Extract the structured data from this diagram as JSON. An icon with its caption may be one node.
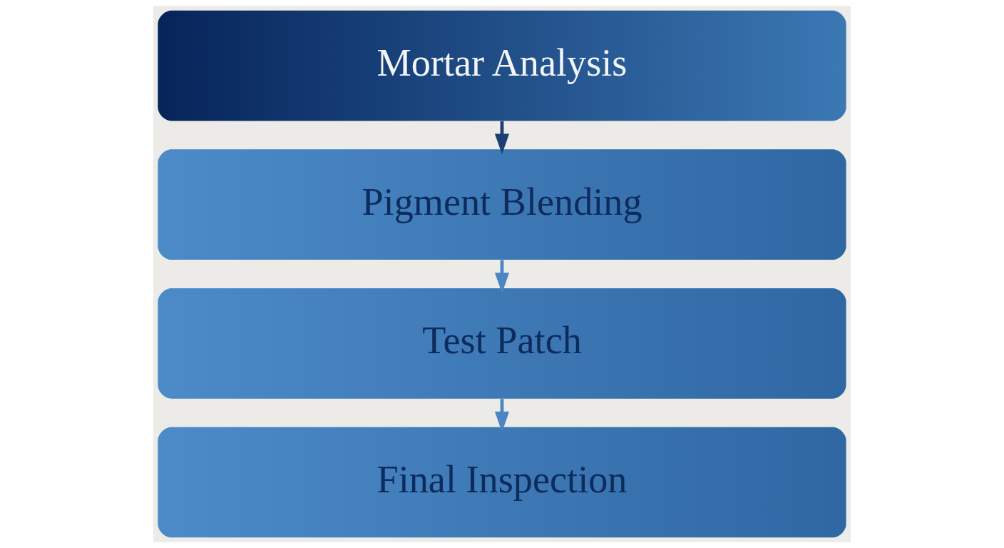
{
  "diagram": {
    "nodes": [
      {
        "text": [
          "Mortar Analysis"
        ]
      },
      {
        "text": [
          "Pigment Blending"
        ]
      },
      {
        "text": [
          "Test Patch"
        ]
      },
      {
        "text": [
          "Final Inspection"
        ]
      }
    ],
    "edges": [
      {
        "from": 0,
        "to": 1,
        "arrow": "to",
        "color": "#1d3f72"
      },
      {
        "from": 1,
        "to": 2,
        "arrow": "to"
      },
      {
        "from": 2,
        "to": 3,
        "arrow": "to"
      }
    ]
  }
}
